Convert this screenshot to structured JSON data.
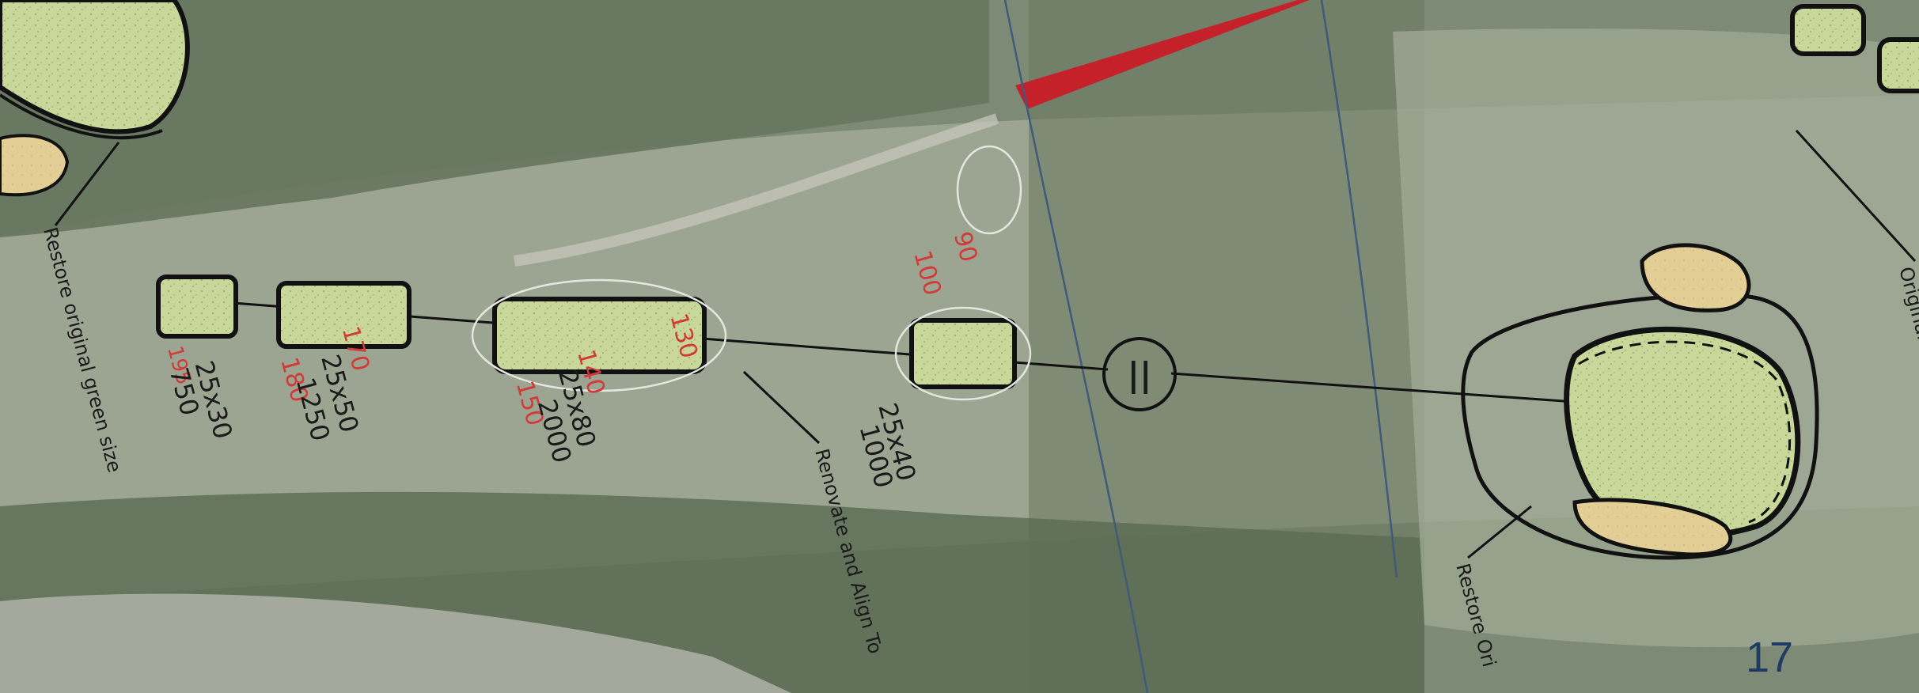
{
  "page_number": "17",
  "colors": {
    "aerial_base": "#7b8a74",
    "tee_fill": "#c9d89a",
    "bunker_fill": "#e3cf96",
    "red_path": "#c4212b",
    "boundary_line": "#3f5a7a",
    "yardage_red": "#d23a3a"
  },
  "annotations": {
    "restore_original_green_size": "Restore original green size",
    "renovate_and_align": "Renovate and Align To",
    "restore_original_right": "Restore Ori",
    "original_top_right": "Original Ross T"
  },
  "tees": [
    {
      "id": "tee-1",
      "size": "25x30",
      "area": "750",
      "yardage": "195"
    },
    {
      "id": "tee-2",
      "size": "25x50",
      "area": "1250",
      "yardages": [
        "180",
        "170"
      ]
    },
    {
      "id": "tee-3",
      "size": "25x80",
      "area": "2000",
      "yardages": [
        "150",
        "140",
        "130"
      ]
    },
    {
      "id": "tee-4",
      "size": "25x40",
      "area": "1000",
      "yardages": [
        "100",
        "90"
      ]
    }
  ],
  "crossing_symbol": "||"
}
